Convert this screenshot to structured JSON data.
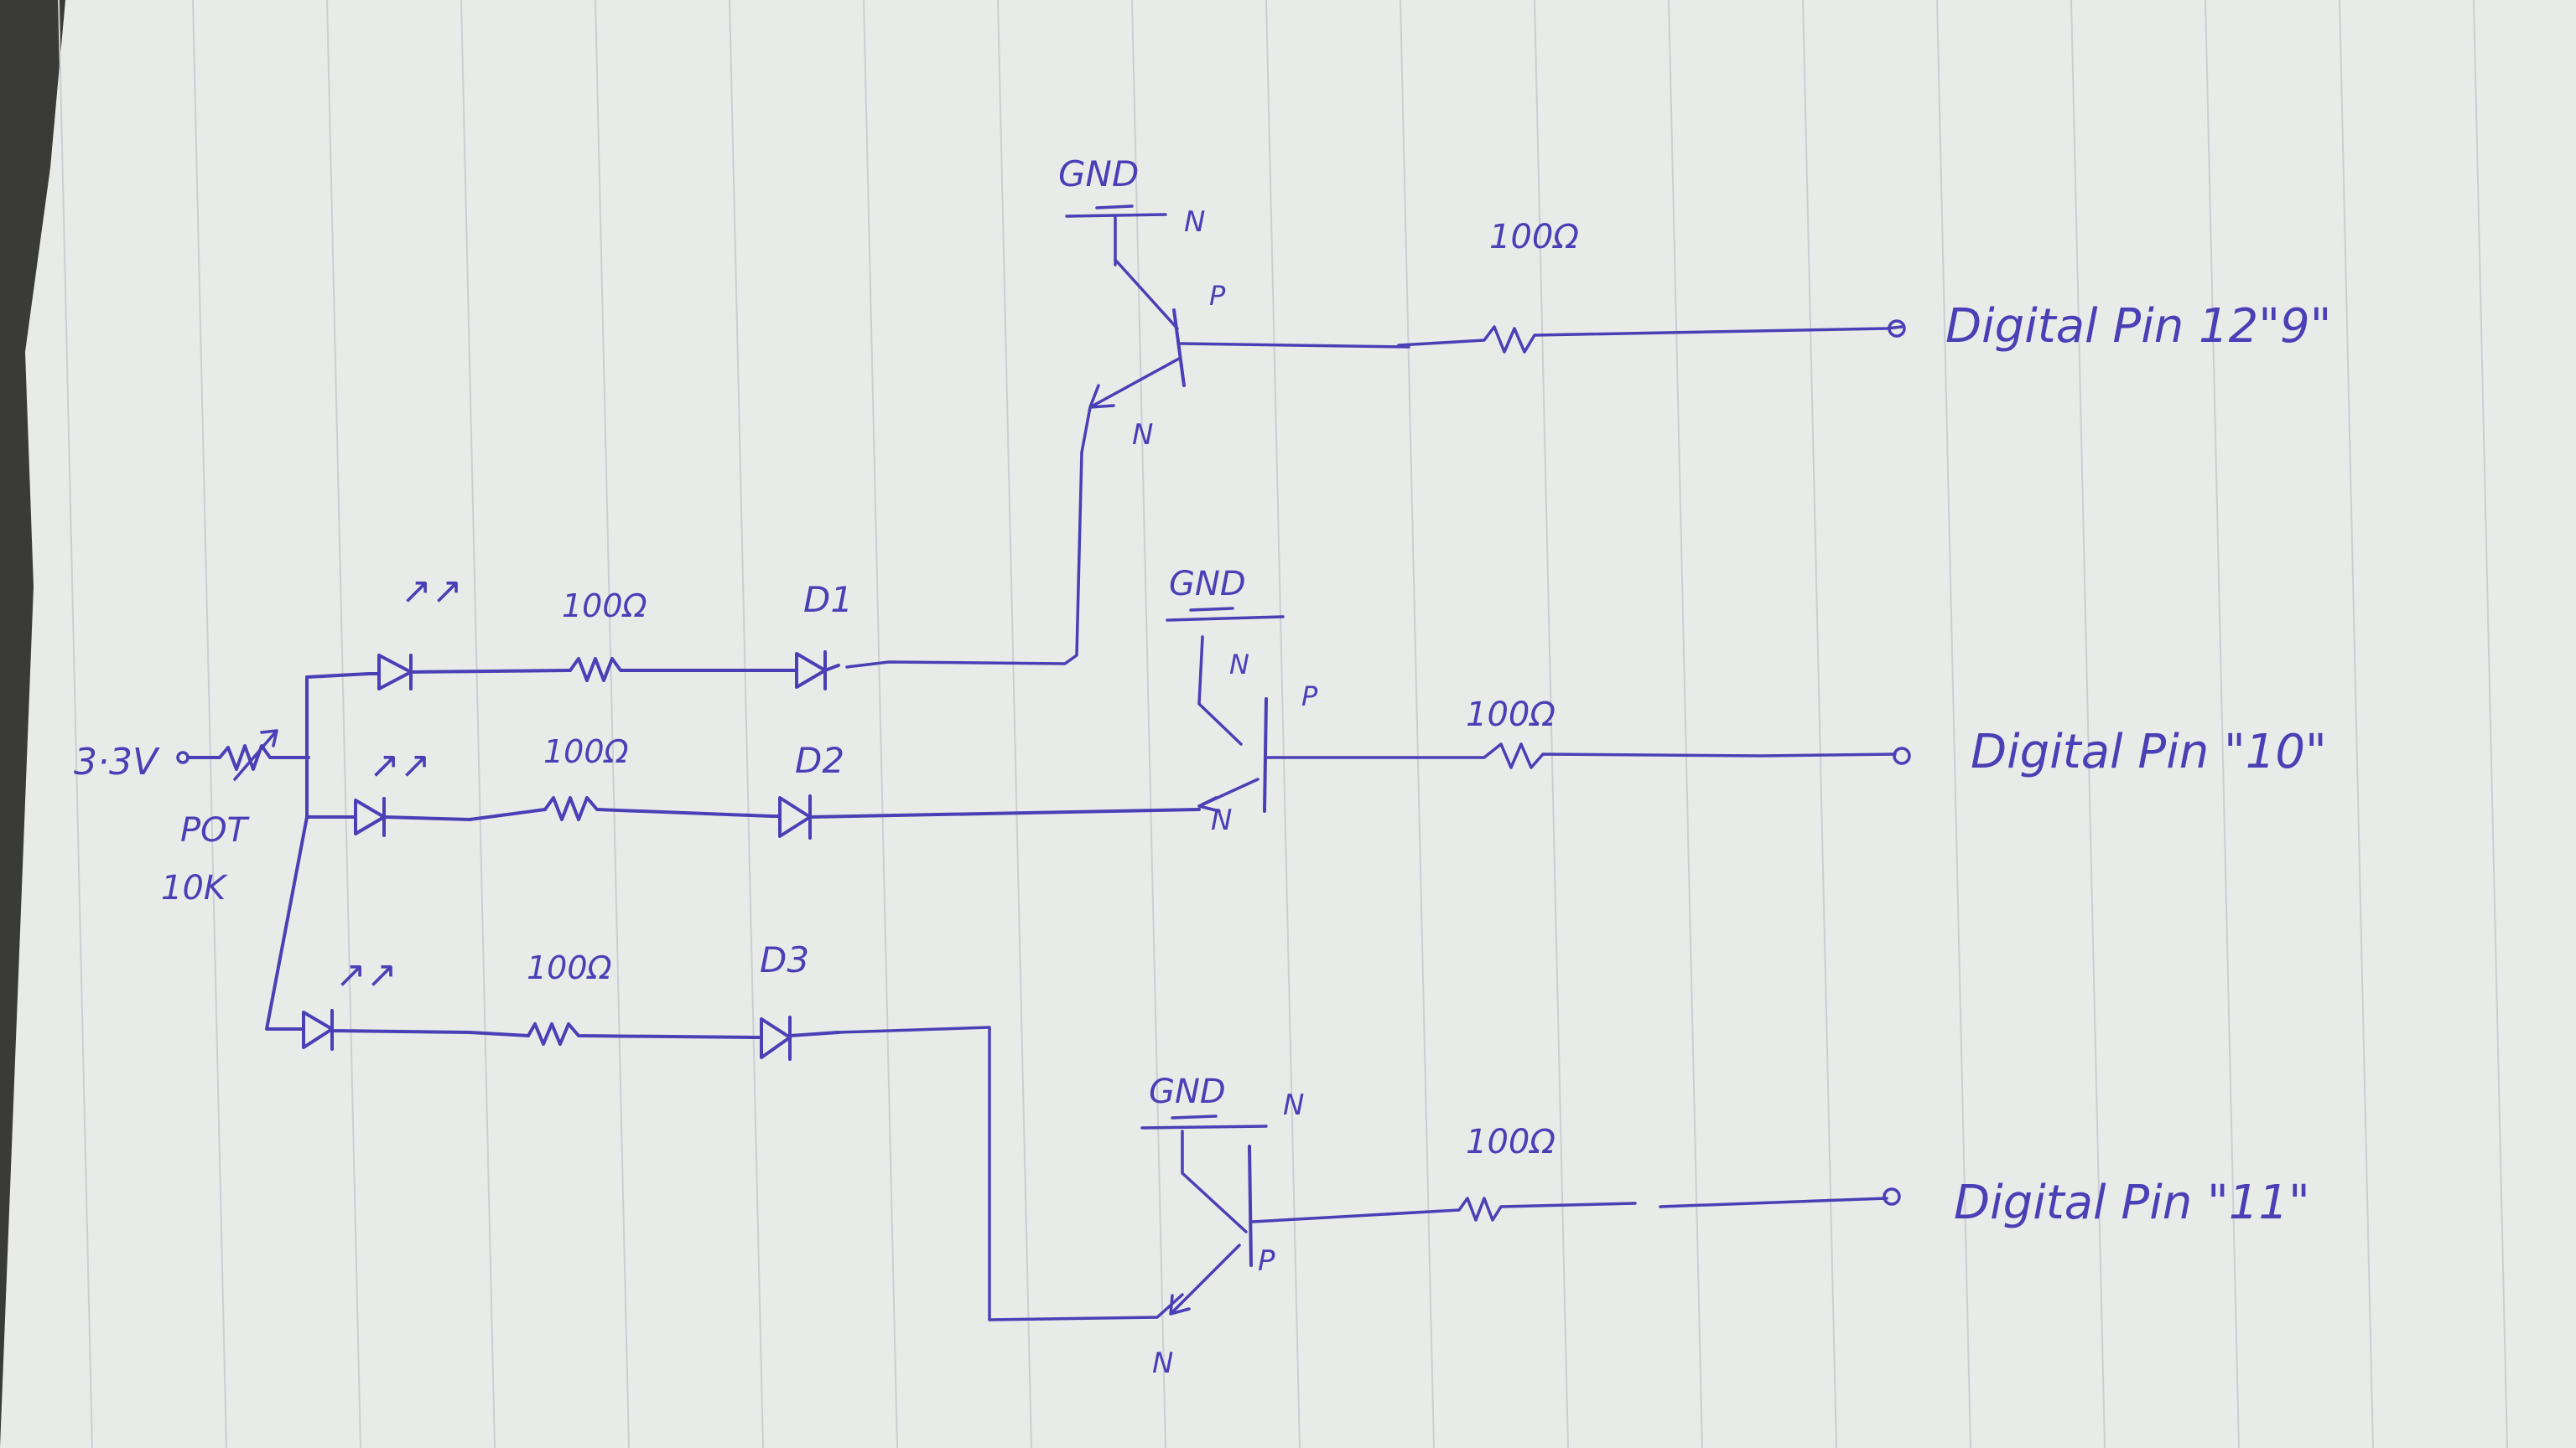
{
  "colors": {
    "ink": "#4a3fb5",
    "paper": "#e9ebe9",
    "background": "#3a3a38",
    "rule_line": "#c9cfd3"
  },
  "supply": {
    "label": "3·3V",
    "pot_label": "POT",
    "pot_value": "10K"
  },
  "ldr_marks": "↗↗",
  "branches": [
    {
      "resistor": "100Ω",
      "diode": "D1"
    },
    {
      "resistor": "100Ω",
      "diode": "D2"
    },
    {
      "resistor": "100Ω",
      "diode": "D3"
    }
  ],
  "transistors": [
    {
      "gnd": "GND",
      "top": "N",
      "base": "P",
      "bottom": "N",
      "base_resistor": "100Ω",
      "output": "Digital Pin 12\"9\""
    },
    {
      "gnd": "GND",
      "top": "N",
      "base": "P",
      "bottom": "N",
      "base_resistor": "100Ω",
      "output": "Digital Pin \"10\""
    },
    {
      "gnd": "GND",
      "top": "N",
      "base": "P",
      "bottom": "N",
      "base_resistor": "100Ω",
      "output": "Digital Pin \"11\""
    }
  ]
}
